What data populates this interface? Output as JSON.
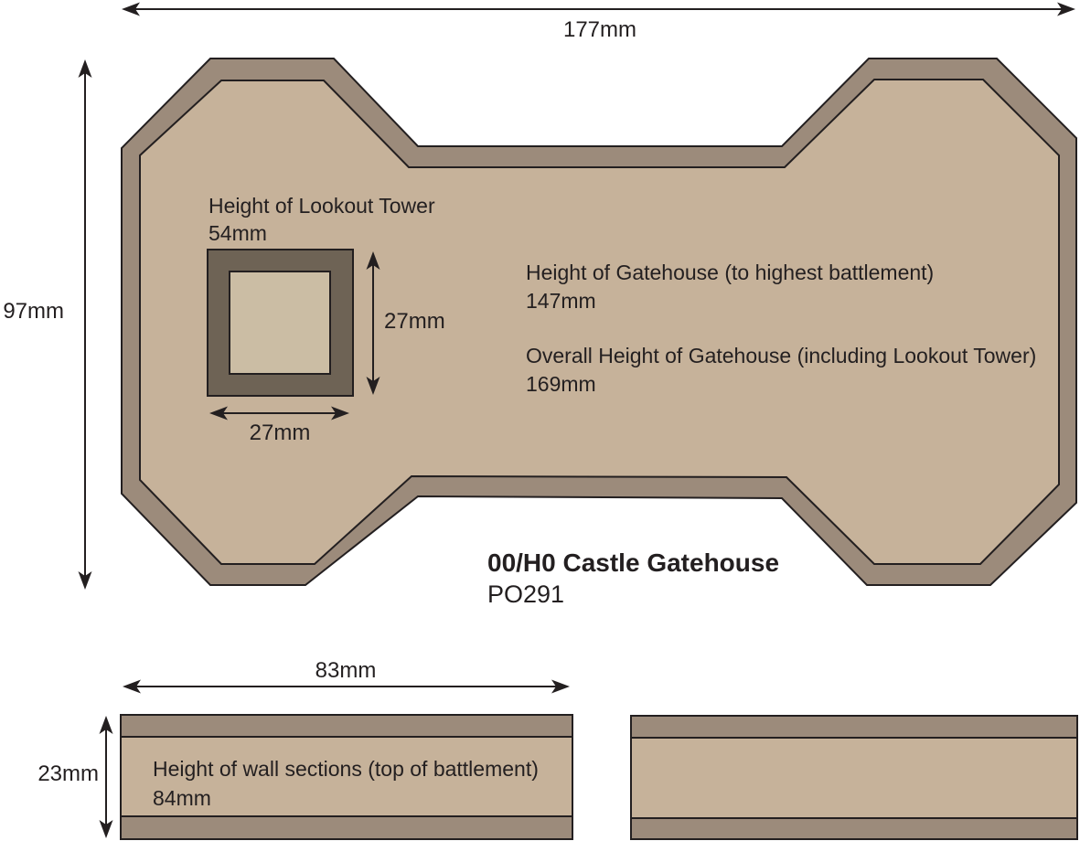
{
  "diagram": {
    "top_width_label": "177mm",
    "left_height_label": "97mm",
    "tower": {
      "caption_line1": "Height of Lookout Tower",
      "caption_line2": "54mm",
      "height_dim_label": "27mm",
      "width_dim_label": "27mm"
    },
    "notes": {
      "gatehouse_height_line1": "Height of Gatehouse (to highest battlement)",
      "gatehouse_height_line2": "147mm",
      "overall_height_line1": "Overall Height of Gatehouse (including Lookout Tower)",
      "overall_height_line2": "169mm"
    },
    "title": "00/H0 Castle Gatehouse",
    "product_code": "PO291",
    "wall_sections": {
      "width_label": "83mm",
      "depth_label": "23mm",
      "caption_line1": "Height of wall sections (top of battlement)",
      "caption_line2": "84mm"
    },
    "colors": {
      "wall_band": "#9c8b7b",
      "floor_fill": "#c6b29a",
      "tower_wall": "#6e6355",
      "tower_floor": "#cbbda4",
      "outline": "#231f20"
    }
  }
}
